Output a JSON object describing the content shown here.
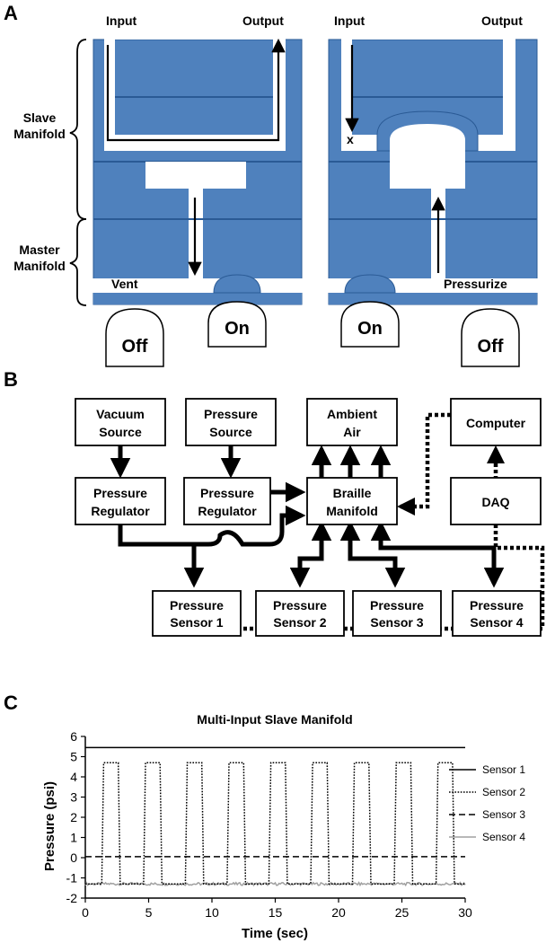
{
  "panel_a": {
    "letter": "A",
    "left": {
      "input": "Input",
      "output": "Output",
      "vent": "Vent",
      "button_left": "Off",
      "button_right": "On"
    },
    "right": {
      "input": "Input",
      "output": "Output",
      "blocked_mark": "x",
      "pressurize": "Pressurize",
      "button_left": "On",
      "button_right": "Off"
    },
    "slave_label": [
      "Slave",
      "Manifold"
    ],
    "master_label": [
      "Master",
      "Manifold"
    ]
  },
  "panel_b": {
    "letter": "B",
    "boxes": {
      "vacuum_source": [
        "Vacuum",
        "Source"
      ],
      "pressure_source": [
        "Pressure",
        "Source"
      ],
      "ambient_air": [
        "Ambient",
        "Air"
      ],
      "computer": [
        "Computer"
      ],
      "pressure_regulator_1": [
        "Pressure",
        "Regulator"
      ],
      "pressure_regulator_2": [
        "Pressure",
        "Regulator"
      ],
      "braille_manifold": [
        "Braille",
        "Manifold"
      ],
      "daq": [
        "DAQ"
      ],
      "sensor_1": [
        "Pressure",
        "Sensor 1"
      ],
      "sensor_2": [
        "Pressure",
        "Sensor 2"
      ],
      "sensor_3": [
        "Pressure",
        "Sensor 3"
      ],
      "sensor_4": [
        "Pressure",
        "Sensor 4"
      ]
    }
  },
  "panel_c": {
    "letter": "C",
    "chart_data": {
      "type": "line",
      "title": "Multi-Input Slave Manifold",
      "xlabel": "Time  (sec)",
      "ylabel": "Pressure  (psi)",
      "xlim": [
        0,
        30
      ],
      "ylim": [
        -2,
        6
      ],
      "xticks": [
        0,
        5,
        10,
        15,
        20,
        25,
        30
      ],
      "yticks": [
        -2,
        -1,
        0,
        1,
        2,
        3,
        4,
        5,
        6
      ],
      "legend_position": "right",
      "series": [
        {
          "name": "Sensor 1",
          "style": "solid",
          "color": "#000000",
          "constant": 5.45
        },
        {
          "name": "Sensor 2",
          "style": "dotted",
          "color": "#000000",
          "pulse_starts": [
            1.3,
            4.6,
            7.9,
            11.2,
            14.5,
            17.8,
            21.1,
            24.4,
            27.7
          ],
          "pulse_width": 1.3,
          "high": 4.7,
          "low": -1.3
        },
        {
          "name": "Sensor 3",
          "style": "dashed",
          "color": "#000000",
          "constant": 0.05
        },
        {
          "name": "Sensor 4",
          "style": "solid",
          "color": "#a0a0a0",
          "constant": -1.3,
          "noise": 0.07
        }
      ]
    }
  }
}
